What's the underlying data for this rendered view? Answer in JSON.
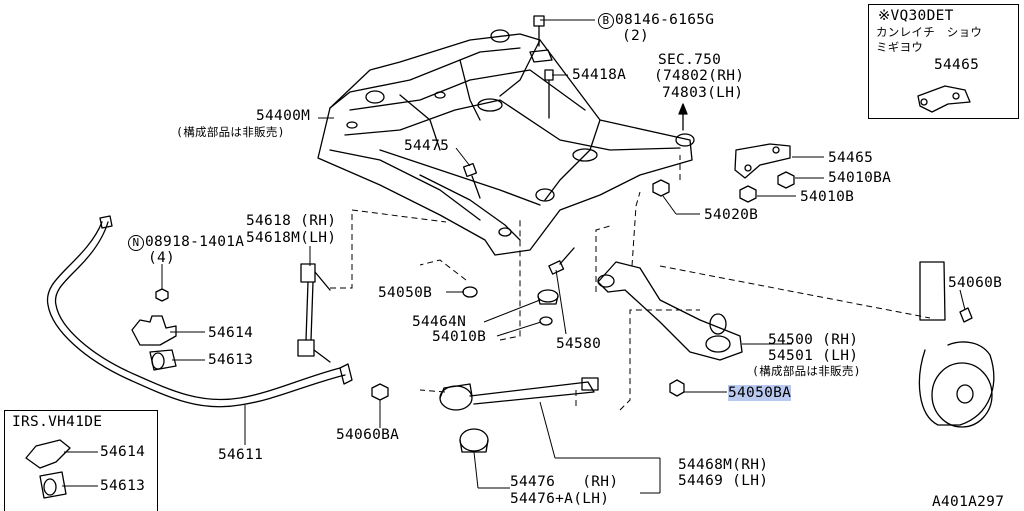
{
  "diagram_code": "A401A297",
  "inset_top": {
    "title": "※VQ30DET",
    "note_1": "カンレイチ　ショウ",
    "note_2": "ミギヨウ",
    "part": "54465"
  },
  "inset_bottom": {
    "title": "IRS.VH41DE",
    "part_1": "54614",
    "part_2": "54613"
  },
  "callouts": {
    "bolt_mark": "B",
    "bolt": "08146-6165G",
    "bolt_qty": "(2)",
    "p54418a": "54418A",
    "sec_ref": "SEC.750",
    "sec_rh": "(74802(RH)",
    "sec_lh": "74803(LH)",
    "p54400m": "54400M",
    "note_not_sold_1": "(構成部品は非販売)",
    "p54475": "54475",
    "p54465": "54465",
    "p54010ba_top": "54010BA",
    "p54010b_top": "54010B",
    "p54020b": "54020B",
    "p54618": "54618 (RH)",
    "p54618m": "54618M(LH)",
    "nut_mark": "N",
    "nut": "08918-1401A",
    "nut_qty": "(4)",
    "p54050b": "54050B",
    "p54060b": "54060B",
    "p54614": "54614",
    "p54613": "54613",
    "p54464n": "54464N",
    "p54010b_mid": "54010B",
    "p54580": "54580",
    "p54500": "54500 (RH)",
    "p54501": "54501 (LH)",
    "note_not_sold_2": "(構成部品は非販売)",
    "p54050ba": "54050BA",
    "p54060ba": "54060BA",
    "p54611": "54611",
    "p54468m": "54468M(RH)",
    "p54469": "54469 (LH)",
    "p54476": "54476   (RH)",
    "p54476a": "54476+A(LH)"
  }
}
